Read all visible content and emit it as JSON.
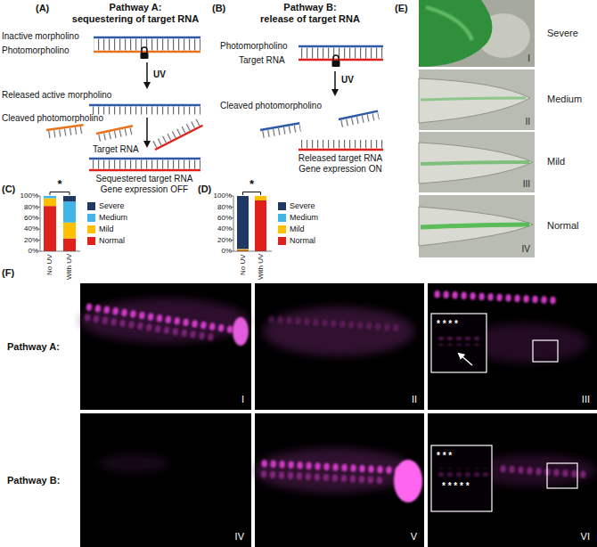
{
  "diagram": {
    "nodes": [
      {
        "text": [
          "I",
          "Severe"
        ]
      },
      {
        "text": [
          "II",
          "Medium"
        ]
      },
      {
        "text": [
          "III",
          "Mild"
        ]
      },
      {
        "text": [
          "IV",
          "Normal"
        ]
      },
      {
        "text": [
          "I"
        ]
      },
      {
        "text": [
          "II"
        ]
      },
      {
        "text": [
          "III"
        ]
      },
      {
        "text": [
          "IV"
        ]
      },
      {
        "text": [
          "V"
        ]
      },
      {
        "text": [
          "VI"
        ]
      }
    ],
    "labels": [
      "(A)",
      "Pathway A:",
      "sequestering of target RNA",
      "Inactive morpholino",
      "Photomorpholino",
      "UV",
      "Released active morpholino",
      "Cleaved photomorpholino",
      "Target RNA",
      "Sequestered target RNA",
      "Gene expression OFF",
      "(B)",
      "Pathway B:",
      "release of target RNA",
      "Photomorpholino",
      "Target RNA",
      "UV",
      "Cleaved photomorpholino",
      "Released target RNA",
      "Gene expression ON",
      "(E)",
      "(C)",
      "100%",
      "80%",
      "60%",
      "40%",
      "20%",
      "0%",
      "No UV",
      "With UV",
      "*",
      "(D)",
      "100%",
      "80%",
      "60%",
      "40%",
      "20%",
      "0%",
      "No UV",
      "With UV",
      "*",
      "(F)",
      "Pathway A:",
      "Pathway B:",
      "* * * *",
      "* * *",
      "* * * * *"
    ],
    "legend": [
      {
        "text": "Severe",
        "color": "#1f3864"
      },
      {
        "text": "Medium",
        "color": "#41b6e6"
      },
      {
        "text": "Mild",
        "color": "#ffc000"
      },
      {
        "text": "Normal",
        "color": "#e0201b"
      },
      {
        "text": "Severe",
        "color": "#1f3864"
      },
      {
        "text": "Medium",
        "color": "#41b6e6"
      },
      {
        "text": "Mild",
        "color": "#ffc000"
      },
      {
        "text": "Normal",
        "color": "#e0201b"
      }
    ]
  }
}
